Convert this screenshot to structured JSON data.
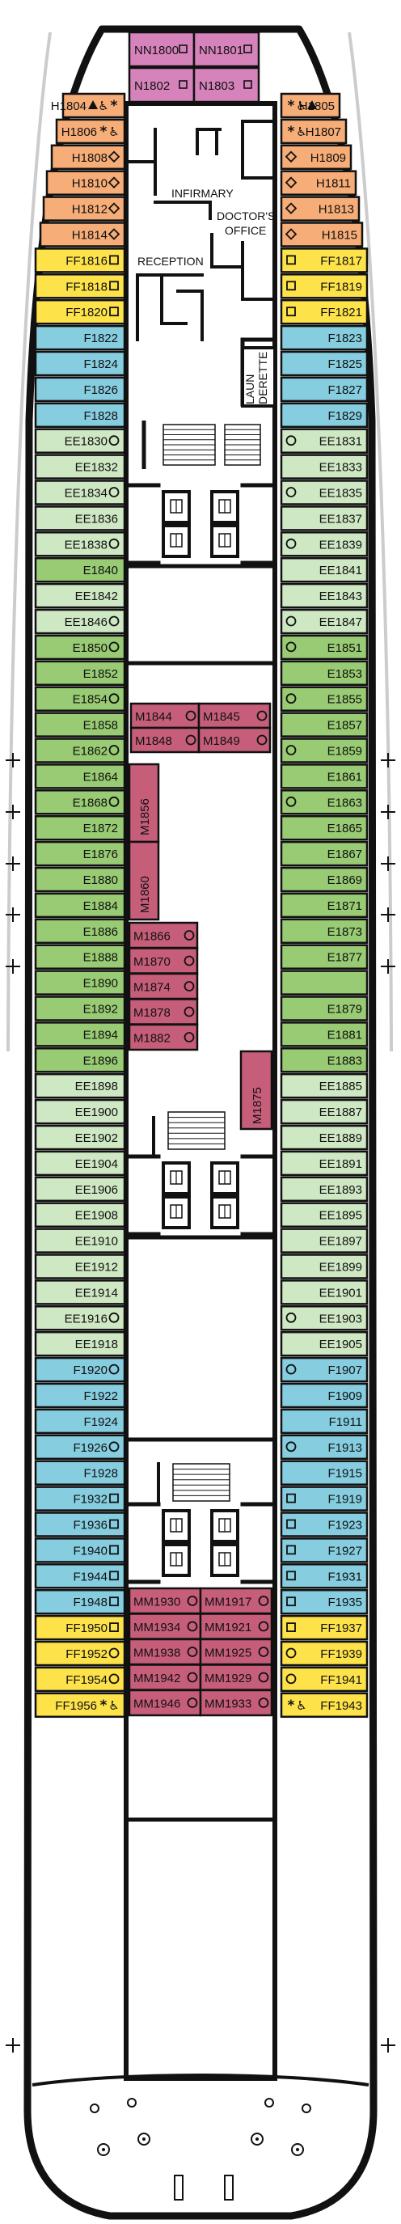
{
  "colors": {
    "H": "#f6ad77",
    "FF": "#fde24a",
    "F": "#86cde0",
    "EE": "#cfe8c4",
    "E": "#98cb73",
    "M": "#c65e7a",
    "MM": "#c65e7a",
    "N": "#d683bb",
    "NN": "#d683bb",
    "hull": "#111111"
  },
  "rooms": [
    {
      "name": "infirmary",
      "label": "INFIRMARY"
    },
    {
      "name": "doctors-office",
      "label": "DOCTOR'S OFFICE"
    },
    {
      "name": "reception",
      "label": "RECEPTION"
    },
    {
      "name": "launderette",
      "label": "LAUNDERETTE"
    }
  ],
  "top_suites": [
    {
      "label": "NN1800",
      "icon": "square"
    },
    {
      "label": "NN1801",
      "icon": "square"
    },
    {
      "label": "N1802",
      "icon": "square"
    },
    {
      "label": "N1803",
      "icon": "square"
    }
  ],
  "left_cabins": [
    {
      "label": "H1804",
      "icons": [
        "triangle",
        "wheelchair",
        "asterisk"
      ]
    },
    {
      "label": "H1806",
      "icons": [
        "asterisk",
        "wheelchair"
      ]
    },
    {
      "label": "H1808",
      "icons": [
        "diamond"
      ]
    },
    {
      "label": "H1810",
      "icons": [
        "diamond"
      ]
    },
    {
      "label": "H1812",
      "icons": [
        "diamond"
      ]
    },
    {
      "label": "H1814",
      "icons": [
        "diamond"
      ]
    },
    {
      "label": "FF1816",
      "icons": [
        "square"
      ]
    },
    {
      "label": "FF1818",
      "icons": [
        "square"
      ]
    },
    {
      "label": "FF1820",
      "icons": [
        "square"
      ]
    },
    {
      "label": "F1822",
      "icons": []
    },
    {
      "label": "F1824",
      "icons": []
    },
    {
      "label": "F1826",
      "icons": []
    },
    {
      "label": "F1828",
      "icons": []
    },
    {
      "label": "EE1830",
      "icons": [
        "circle"
      ]
    },
    {
      "label": "EE1832",
      "icons": []
    },
    {
      "label": "EE1834",
      "icons": [
        "circle"
      ]
    },
    {
      "label": "EE1836",
      "icons": []
    },
    {
      "label": "EE1838",
      "icons": [
        "circle"
      ]
    },
    {
      "label": "E1840",
      "icons": []
    },
    {
      "label": "EE1842",
      "icons": []
    },
    {
      "label": "EE1846",
      "icons": [
        "circle"
      ]
    },
    {
      "label": "E1850",
      "icons": [
        "circle"
      ]
    },
    {
      "label": "E1852",
      "icons": []
    },
    {
      "label": "E1854",
      "icons": [
        "circle"
      ]
    },
    {
      "label": "E1858",
      "icons": []
    },
    {
      "label": "E1862",
      "icons": [
        "circle"
      ]
    },
    {
      "label": "E1864",
      "icons": []
    },
    {
      "label": "E1868",
      "icons": [
        "circle"
      ]
    },
    {
      "label": "E1872",
      "icons": []
    },
    {
      "label": "E1876",
      "icons": []
    },
    {
      "label": "E1880",
      "icons": []
    },
    {
      "label": "E1884",
      "icons": []
    },
    {
      "label": "E1886",
      "icons": []
    },
    {
      "label": "E1888",
      "icons": []
    },
    {
      "label": "E1890",
      "icons": []
    },
    {
      "label": "E1892",
      "icons": []
    },
    {
      "label": "E1894",
      "icons": []
    },
    {
      "label": "E1896",
      "icons": []
    },
    {
      "label": "EE1898",
      "icons": []
    },
    {
      "label": "EE1900",
      "icons": []
    },
    {
      "label": "EE1902",
      "icons": []
    },
    {
      "label": "EE1904",
      "icons": []
    },
    {
      "label": "EE1906",
      "icons": []
    },
    {
      "label": "EE1908",
      "icons": []
    },
    {
      "label": "EE1910",
      "icons": []
    },
    {
      "label": "EE1912",
      "icons": []
    },
    {
      "label": "EE1914",
      "icons": []
    },
    {
      "label": "EE1916",
      "icons": [
        "circle"
      ]
    },
    {
      "label": "EE1918",
      "icons": []
    },
    {
      "label": "F1920",
      "icons": [
        "circle"
      ]
    },
    {
      "label": "F1922",
      "icons": []
    },
    {
      "label": "F1924",
      "icons": []
    },
    {
      "label": "F1926",
      "icons": [
        "circle"
      ]
    },
    {
      "label": "F1928",
      "icons": []
    },
    {
      "label": "F1932",
      "icons": [
        "square"
      ]
    },
    {
      "label": "F1936",
      "icons": [
        "square"
      ]
    },
    {
      "label": "F1940",
      "icons": [
        "square"
      ]
    },
    {
      "label": "F1944",
      "icons": [
        "square"
      ]
    },
    {
      "label": "F1948",
      "icons": [
        "square"
      ]
    },
    {
      "label": "FF1950",
      "icons": [
        "square"
      ]
    },
    {
      "label": "FF1952",
      "icons": [
        "circle"
      ]
    },
    {
      "label": "FF1954",
      "icons": [
        "circle"
      ]
    },
    {
      "label": "FF1956",
      "icons": [
        "asterisk",
        "wheelchair"
      ]
    }
  ],
  "right_cabins": [
    {
      "label": "H1805",
      "icons": [
        "triangle",
        "wheelchair",
        "asterisk"
      ]
    },
    {
      "label": "H1807",
      "icons": [
        "wheelchair",
        "asterisk"
      ]
    },
    {
      "label": "H1809",
      "icons": [
        "diamond"
      ]
    },
    {
      "label": "H1811",
      "icons": [
        "diamond"
      ]
    },
    {
      "label": "H1813",
      "icons": [
        "diamond"
      ]
    },
    {
      "label": "H1815",
      "icons": [
        "diamond"
      ]
    },
    {
      "label": "FF1817",
      "icons": [
        "square"
      ]
    },
    {
      "label": "FF1819",
      "icons": [
        "square"
      ]
    },
    {
      "label": "FF1821",
      "icons": [
        "square"
      ]
    },
    {
      "label": "F1823",
      "icons": []
    },
    {
      "label": "F1825",
      "icons": []
    },
    {
      "label": "F1827",
      "icons": []
    },
    {
      "label": "F1829",
      "icons": []
    },
    {
      "label": "EE1831",
      "icons": [
        "circle"
      ]
    },
    {
      "label": "EE1833",
      "icons": []
    },
    {
      "label": "EE1835",
      "icons": [
        "circle"
      ]
    },
    {
      "label": "EE1837",
      "icons": []
    },
    {
      "label": "EE1839",
      "icons": [
        "circle"
      ]
    },
    {
      "label": "EE1841",
      "icons": []
    },
    {
      "label": "EE1843",
      "icons": []
    },
    {
      "label": "EE1847",
      "icons": [
        "circle"
      ]
    },
    {
      "label": "E1851",
      "icons": [
        "circle"
      ]
    },
    {
      "label": "E1853",
      "icons": []
    },
    {
      "label": "E1855",
      "icons": [
        "circle"
      ]
    },
    {
      "label": "E1857",
      "icons": []
    },
    {
      "label": "E1859",
      "icons": [
        "circle"
      ]
    },
    {
      "label": "E1861",
      "icons": []
    },
    {
      "label": "E1863",
      "icons": [
        "circle"
      ]
    },
    {
      "label": "E1865",
      "icons": []
    },
    {
      "label": "E1867",
      "icons": []
    },
    {
      "label": "E1869",
      "icons": []
    },
    {
      "label": "E1871",
      "icons": []
    },
    {
      "label": "E1873",
      "icons": []
    },
    {
      "label": "E1877",
      "icons": []
    },
    {
      "label": "",
      "icons": []
    },
    {
      "label": "E1879",
      "icons": []
    },
    {
      "label": "E1881",
      "icons": []
    },
    {
      "label": "E1883",
      "icons": []
    },
    {
      "label": "EE1885",
      "icons": []
    },
    {
      "label": "EE1887",
      "icons": []
    },
    {
      "label": "EE1889",
      "icons": []
    },
    {
      "label": "EE1891",
      "icons": []
    },
    {
      "label": "EE1893",
      "icons": []
    },
    {
      "label": "EE1895",
      "icons": []
    },
    {
      "label": "EE1897",
      "icons": []
    },
    {
      "label": "EE1899",
      "icons": []
    },
    {
      "label": "EE1901",
      "icons": []
    },
    {
      "label": "EE1903",
      "icons": [
        "circle"
      ]
    },
    {
      "label": "EE1905",
      "icons": []
    },
    {
      "label": "F1907",
      "icons": [
        "circle"
      ]
    },
    {
      "label": "F1909",
      "icons": []
    },
    {
      "label": "F1911",
      "icons": []
    },
    {
      "label": "F1913",
      "icons": [
        "circle"
      ]
    },
    {
      "label": "F1915",
      "icons": []
    },
    {
      "label": "F1919",
      "icons": [
        "square"
      ]
    },
    {
      "label": "F1923",
      "icons": [
        "square"
      ]
    },
    {
      "label": "F1927",
      "icons": [
        "square"
      ]
    },
    {
      "label": "F1931",
      "icons": [
        "square"
      ]
    },
    {
      "label": "F1935",
      "icons": [
        "square"
      ]
    },
    {
      "label": "FF1937",
      "icons": [
        "square"
      ]
    },
    {
      "label": "FF1939",
      "icons": [
        "circle"
      ]
    },
    {
      "label": "FF1941",
      "icons": [
        "circle"
      ]
    },
    {
      "label": "FF1943",
      "icons": [
        "wheelchair",
        "asterisk"
      ]
    }
  ],
  "inner_upper": [
    {
      "label": "M1844",
      "icon": "circle"
    },
    {
      "label": "M1845",
      "icon": "circle"
    },
    {
      "label": "M1848",
      "icon": "circle"
    },
    {
      "label": "M1849",
      "icon": "circle"
    }
  ],
  "inner_vertical": [
    {
      "label": "M1856"
    },
    {
      "label": "M1860"
    }
  ],
  "inner_middle": [
    {
      "label": "M1866",
      "icon": "circle"
    },
    {
      "label": "M1870",
      "icon": "circle"
    },
    {
      "label": "M1874",
      "icon": "circle"
    },
    {
      "label": "M1878",
      "icon": "circle"
    },
    {
      "label": "M1882",
      "icon": "circle"
    }
  ],
  "inner_m1875": {
    "label": "M1875"
  },
  "inner_lower": [
    {
      "label": "MM1930",
      "icon": "circle"
    },
    {
      "label": "MM1917",
      "icon": "circle"
    },
    {
      "label": "MM1934",
      "icon": "circle"
    },
    {
      "label": "MM1921",
      "icon": "circle"
    },
    {
      "label": "MM1938",
      "icon": "circle"
    },
    {
      "label": "MM1925",
      "icon": "circle"
    },
    {
      "label": "MM1942",
      "icon": "circle"
    },
    {
      "label": "MM1929",
      "icon": "circle"
    },
    {
      "label": "MM1946",
      "icon": "circle"
    },
    {
      "label": "MM1933",
      "icon": "circle"
    }
  ]
}
